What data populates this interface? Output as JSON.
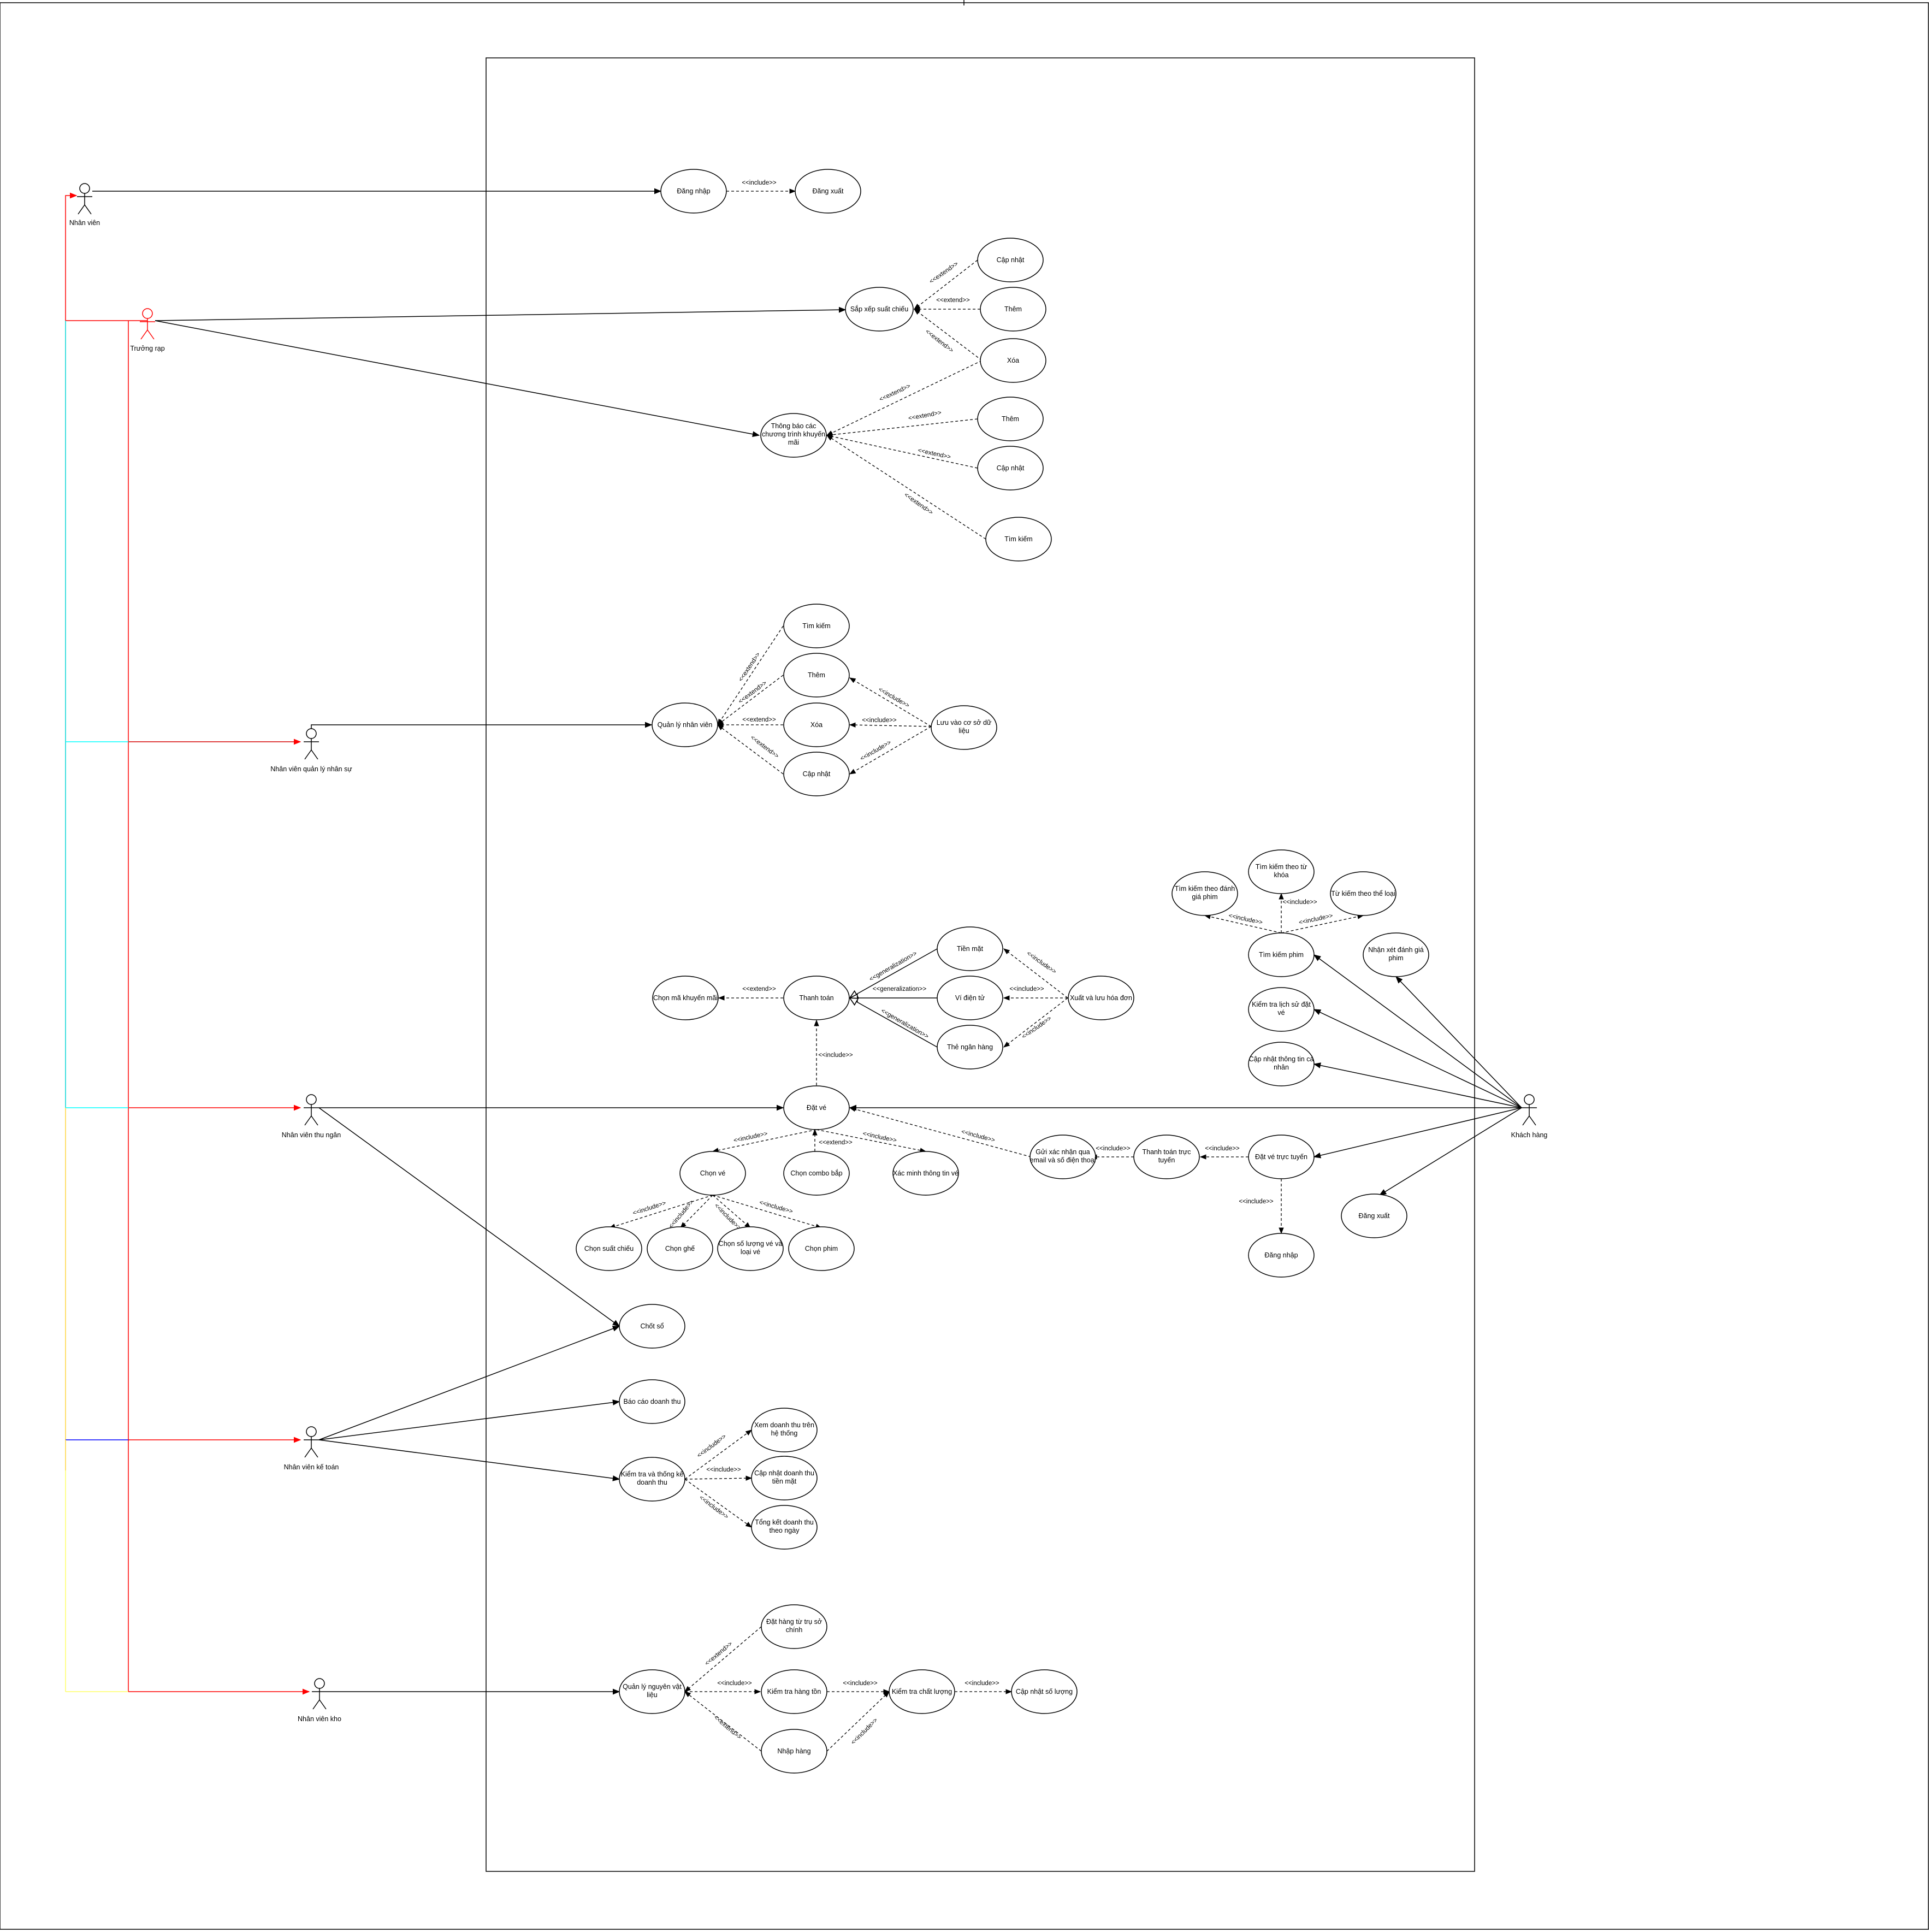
{
  "colors": {
    "line": "#000000",
    "actor_primary": "#000000",
    "actor_highlight": "#ff0000",
    "generalization_red": "#ff0000",
    "generalization_cyan": "#00ffff",
    "generalization_blue": "#0000ff",
    "generalization_yellow": "#ffff66"
  },
  "actors": {
    "nhan_vien": "Nhân viên",
    "truong_rap": "Trưởng rạp",
    "nv_nhan_su": "Nhân viên quản lý nhân sự",
    "nv_thu_ngan": "Nhân viên thu ngân",
    "nv_ke_toan": "Nhân viên kế toán",
    "nv_kho": "Nhân viên kho",
    "khach_hang": "Khách hàng"
  },
  "use_cases": {
    "dang_nhap": "Đăng nhập",
    "dang_xuat": "Đăng xuất",
    "sap_xep_suat_chieu": "Sắp xếp suất chiếu",
    "ssc_cap_nhat": "Cập nhật",
    "ssc_them": "Thêm",
    "ssc_xoa": "Xóa",
    "thong_bao_km": [
      "Thông báo các",
      "chương trình khuyến",
      "mãi"
    ],
    "km_them": "Thêm",
    "km_cap_nhat": "Cập nhật",
    "km_tim_kiem": "Tìm kiếm",
    "ql_nhan_vien": "Quản lý nhân viên",
    "nv_tim_kiem": "Tìm kiếm",
    "nv_them": "Thêm",
    "nv_xoa": "Xóa",
    "nv_cap_nhat": "Cập nhật",
    "luu_csdl": [
      "Lưu vào cơ sở dữ",
      "liệu"
    ],
    "chon_ma_km": "Chọn mã khuyến mãi",
    "thanh_toan": "Thanh toán",
    "tien_mat": "Tiền mặt",
    "vi_dien_tu": "Ví điện tử",
    "the_ngan_hang": "Thẻ ngân hàng",
    "xuat_hoa_don": "Xuất và lưu hóa đơn",
    "dat_ve": "Đặt vé",
    "chon_ve": "Chọn vé",
    "chon_combo": "Chọn combo bắp",
    "xac_minh_ve": "Xác minh thông tin vé",
    "gui_xac_nhan": [
      "Gửi xác nhận qua",
      "email và số điện thoại"
    ],
    "thanh_toan_tt": [
      "Thanh toán trực",
      "tuyến"
    ],
    "dat_ve_tt": "Đặt vé trực tuyến",
    "kh_dang_nhap": "Đăng nhập",
    "kh_dang_xuat": "Đăng xuất",
    "chon_suat_chieu": "Chọn suất chiếu",
    "chon_ghe": "Chọn ghế",
    "chon_so_luong": [
      "Chọn số lượng vé và",
      "loại vé"
    ],
    "chon_phim": "Chọn phim",
    "tim_kiem_phim": "Tìm kiếm phim",
    "tk_danh_gia": [
      "Tìm kiếm theo đánh",
      "giá phim"
    ],
    "tk_tu_khoa": [
      "Tìm kiếm theo từ",
      "khóa"
    ],
    "tk_the_loai": "Từ kiếm theo thể loại",
    "nhan_xet": [
      "Nhận xét đánh giá",
      "phim"
    ],
    "ls_dat_ve": [
      "Kiểm tra lịch sử đặt",
      "vé"
    ],
    "cap_nhat_tt": [
      "Cập nhật thông tin cá",
      "nhân"
    ],
    "chot_so": "Chốt  sổ",
    "bao_cao_dt": "Báo cáo doanh thu",
    "kiem_tra_tk_dt": [
      "Kiểm tra và thống kê",
      "doanh thu"
    ],
    "xem_dt_ht": [
      "Xem doanh thu trên",
      "hệ thống"
    ],
    "cap_nhat_dt_tm": [
      "Cập nhật doanh thu",
      "tiền mặt"
    ],
    "tong_ket_dt": [
      "Tổng kết doanh thu",
      "theo ngày"
    ],
    "ql_nvl": [
      "Quản lý nguyên vật",
      "liệu"
    ],
    "dat_hang_tru_so": [
      "Đặt hàng từ trụ sở",
      "chính"
    ],
    "kt_hang_ton": "Kiểm tra hàng tồn",
    "nhap_hang": "Nhập hàng",
    "kt_chat_luong": "Kiểm tra chất lượng",
    "cap_nhat_so_luong": "Cập nhật số lượng"
  },
  "stereotypes": {
    "include": "<<include>>",
    "extend": "<<extend>>",
    "generalization": "<<generalization>>"
  }
}
